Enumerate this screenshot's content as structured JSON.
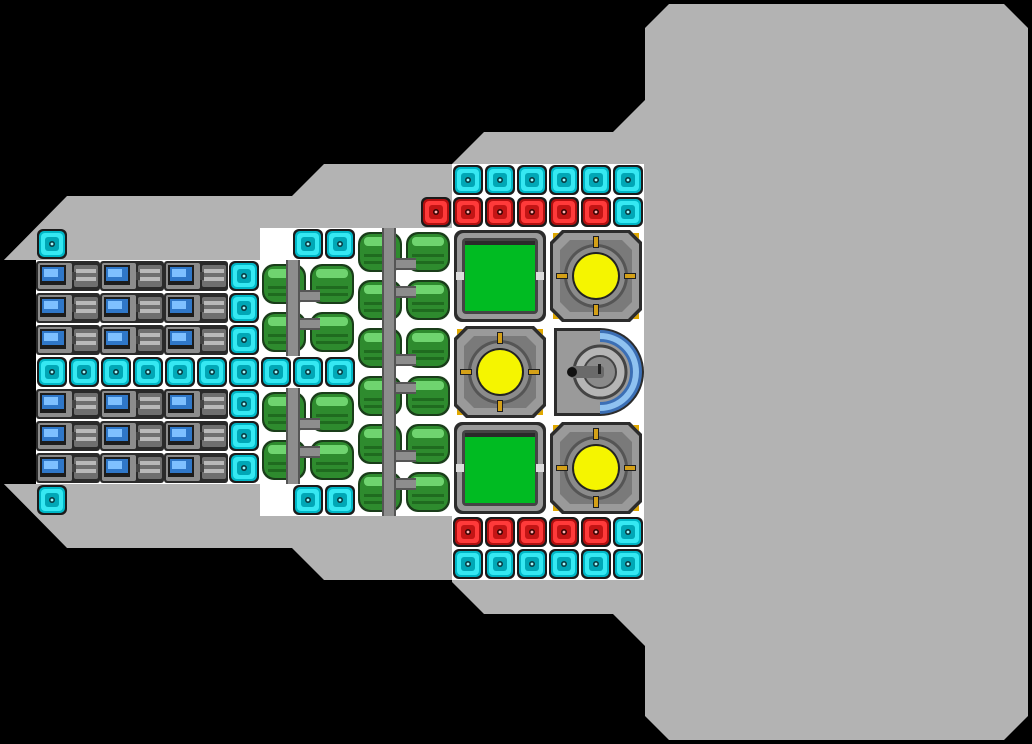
{
  "palette": {
    "background": "#000000",
    "hull": "#b3b3b3",
    "tile_floor": "#ffffff",
    "power_blue": "#00b7c7",
    "power_blue_light": "#35e8f2",
    "power_red": "#cc1111",
    "power_red_light": "#ff3a3a",
    "tank_green": "#2e8b2e",
    "tank_green_light": "#6fd46f",
    "core_yellow": "#f5f500",
    "core_ring": "#888888",
    "green_screen": "#00bb22",
    "module_gray": "#9a9a9a",
    "dark_outline": "#333333",
    "gold_bolt": "#e0a800",
    "thruster_blue": "#2f77c8",
    "shield_blue": "#7fb8e8"
  },
  "blocks": {
    "power_node": "power-node",
    "red_power_node": "red-power-node",
    "thruster_module": "thruster-module",
    "fuel_tank": "fuel-tank",
    "reactor_core": "reactor-core",
    "cargo_bay": "cargo-bay",
    "cockpit": "cockpit"
  }
}
